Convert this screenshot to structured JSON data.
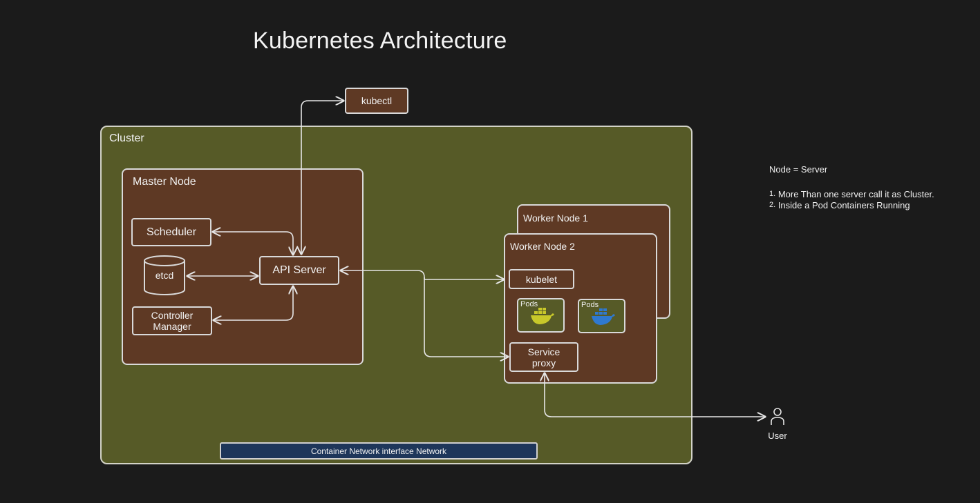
{
  "title": "Kubernetes Architecture",
  "cluster_label": "Cluster",
  "master_node_label": "Master Node",
  "scheduler_label": "Scheduler",
  "etcd_label": "etcd",
  "api_server_label": "API Server",
  "controller_manager_label": "Controller\nManager",
  "kubectl_label": "kubectl",
  "worker_node_1_label": "Worker Node 1",
  "worker_node_2_label": "Worker Node 2",
  "kubelet_label": "kubelet",
  "pods": [
    {
      "label": "Pods",
      "icon": "docker-whale-icon",
      "color": "#c8c82a"
    },
    {
      "label": "Pods",
      "icon": "docker-whale-icon",
      "color": "#2f79d0"
    }
  ],
  "service_proxy_label": "Service\nproxy",
  "cni_label": "Container Network interface Network",
  "user_label": "User",
  "notes": {
    "definition": "Node = Server",
    "items": [
      {
        "num": "1.",
        "text": "More Than one server call it as Cluster."
      },
      {
        "num": "2.",
        "text": "Inside a Pod Containers Running"
      }
    ]
  },
  "colors": {
    "background": "#1b1b1b",
    "cluster_fill": "#565a27",
    "node_fill": "#5e3924",
    "cni_fill": "#1e365a",
    "stroke": "#d9d9d9"
  }
}
